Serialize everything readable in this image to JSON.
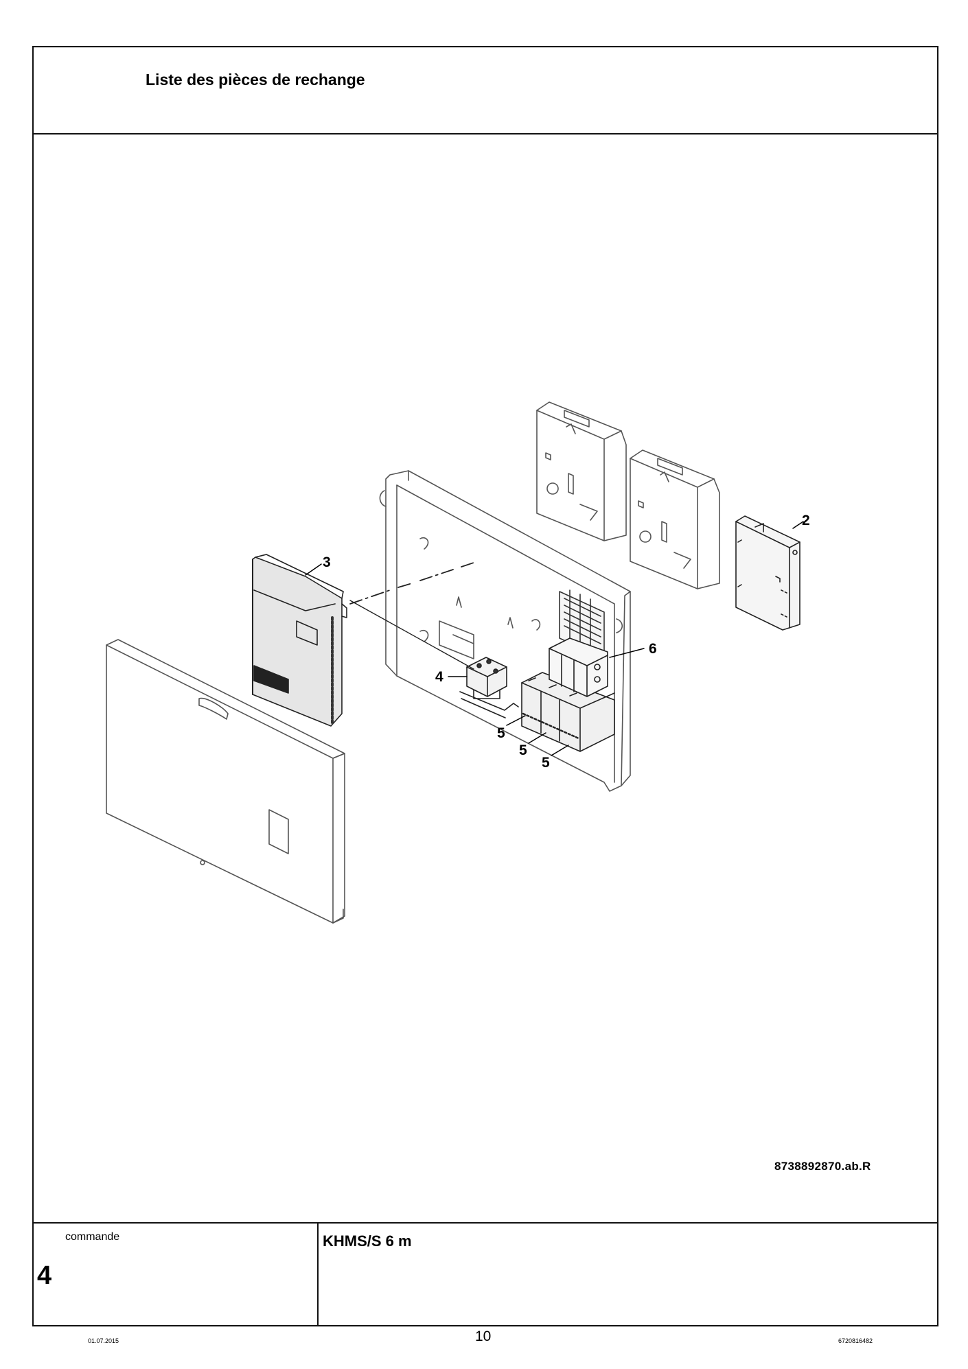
{
  "header": {
    "title": "Liste des pièces de rechange"
  },
  "drawing": {
    "reference": "8738892870.ab.R",
    "callouts": [
      "2",
      "3",
      "4",
      "5",
      "5",
      "5",
      "6"
    ]
  },
  "info": {
    "section_label": "commande",
    "chapter_number": "4",
    "model": "KHMS/S 6 m"
  },
  "footer": {
    "date": "01.07.2015",
    "page": "10",
    "doc_code": "6720816482"
  }
}
